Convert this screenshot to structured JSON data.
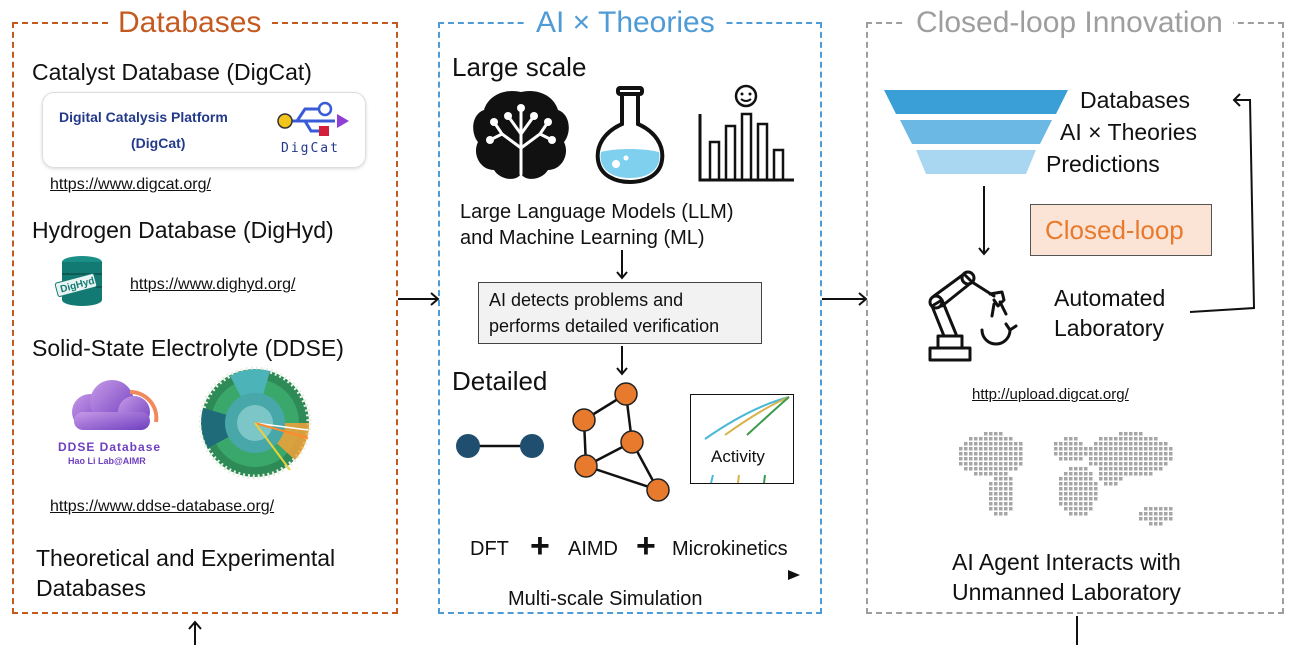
{
  "colors": {
    "databases": "#c55a21",
    "theories": "#4e9bd6",
    "closed_loop": "#9e9e9e",
    "node_orange": "#e87a2e",
    "node_blue": "#1f4e6e",
    "closed_loop_box": "#fbe4d6"
  },
  "databases": {
    "title": "Databases",
    "catalyst": {
      "heading": "Catalyst Database (DigCat)",
      "platform_line1": "Digital Catalysis Platform",
      "platform_line2": "(DigCat)",
      "logo_text": "DigCat",
      "url": "https://www.digcat.org/"
    },
    "hydrogen": {
      "heading": "Hydrogen Database (DigHyd)",
      "logo_text": "DigHyd",
      "url": "https://www.dighyd.org/"
    },
    "ddse": {
      "heading": "Solid-State Electrolyte (DDSE)",
      "logo_line1": "DDSE Database",
      "logo_line2": "Hao Li Lab@AIMR",
      "url": "https://www.ddse-database.org/"
    },
    "footer_line1": "Theoretical and Experimental",
    "footer_line2": "Databases"
  },
  "theories": {
    "title": "AI × Theories",
    "large_scale": "Large scale",
    "llm_line1": "Large Language Models (LLM)",
    "llm_line2": "and Machine Learning (ML)",
    "detect_line1": "AI detects problems and",
    "detect_line2": "performs detailed verification",
    "detailed": "Detailed",
    "activity": "Activity",
    "dft": "DFT",
    "aimd": "AIMD",
    "microkinetics": "Microkinetics",
    "multiscale": "Multi-scale Simulation"
  },
  "closed_loop": {
    "title": "Closed-loop Innovation",
    "funnel_labels": [
      "Databases",
      "AI × Theories",
      "Predictions"
    ],
    "badge": "Closed-loop",
    "lab_line1": "Automated",
    "lab_line2": "Laboratory",
    "url": "http://upload.digcat.org/",
    "agent_line1": "AI Agent Interacts with",
    "agent_line2": "Unmanned Laboratory"
  },
  "icons": [
    "brain-tree-icon",
    "flask-icon",
    "bar-chart-smiley-icon",
    "digcat-logo",
    "dighyd-logo",
    "ddse-cloud-logo",
    "sunburst-chart-icon",
    "molecule-icon",
    "graph-network-icon",
    "activity-plot-icon",
    "funnel-icon",
    "robot-arm-icon",
    "world-map-dots-icon"
  ]
}
